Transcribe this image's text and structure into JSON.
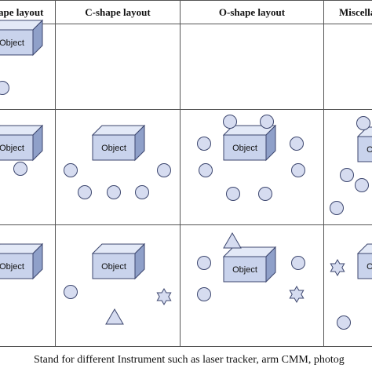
{
  "headers": [
    "ape layout",
    "C-shape layout",
    "O-shape layout",
    "Miscella"
  ],
  "object_label": "Object",
  "colors": {
    "grid": "#555555",
    "box_front": "#c9d3ec",
    "box_top": "#e3e9f7",
    "box_side": "#8fa0c9",
    "instrument_fill": "#d6dcf0",
    "instrument_stroke": "#3c466e"
  },
  "rows": [
    {
      "name": "row-1",
      "cells": [
        {
          "column": "partial-layout",
          "object": true,
          "instruments": [
            "circle"
          ]
        },
        {
          "column": "c-shape",
          "object": false,
          "instruments": []
        },
        {
          "column": "o-shape",
          "object": false,
          "instruments": []
        },
        {
          "column": "miscellaneous",
          "object": false,
          "instruments": []
        }
      ]
    },
    {
      "name": "row-2",
      "cells": [
        {
          "column": "partial-layout",
          "object": true,
          "instruments": [
            "circle"
          ]
        },
        {
          "column": "c-shape",
          "object": true,
          "instruments": [
            "circle",
            "circle",
            "circle",
            "circle",
            "circle"
          ]
        },
        {
          "column": "o-shape",
          "object": true,
          "instruments": [
            "circle",
            "circle",
            "circle",
            "circle",
            "circle",
            "circle",
            "circle",
            "circle"
          ]
        },
        {
          "column": "miscellaneous",
          "object": true,
          "instruments": [
            "circle",
            "circle",
            "circle",
            "circle"
          ]
        }
      ]
    },
    {
      "name": "row-3",
      "cells": [
        {
          "column": "partial-layout",
          "object": true,
          "instruments": []
        },
        {
          "column": "c-shape",
          "object": true,
          "instruments": [
            "circle",
            "triangle",
            "star"
          ]
        },
        {
          "column": "o-shape",
          "object": true,
          "instruments": [
            "triangle",
            "circle",
            "circle",
            "star",
            "circle"
          ]
        },
        {
          "column": "miscellaneous",
          "object": true,
          "instruments": [
            "star",
            "circle"
          ]
        }
      ]
    }
  ],
  "legend": {
    "symbol": "⁚",
    "text": "Stand for different Instrument such as laser tracker, arm CMM, photog"
  }
}
